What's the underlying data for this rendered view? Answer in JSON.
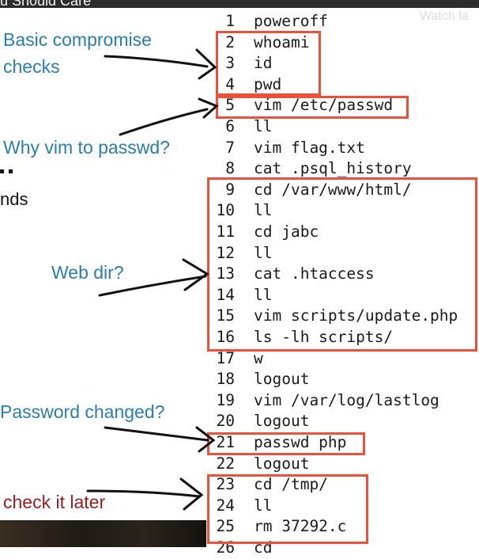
{
  "banner": {
    "title": "u Should Care"
  },
  "watch_label": "Watch la",
  "terminal": {
    "lines": [
      {
        "n": "1",
        "cmd": "poweroff"
      },
      {
        "n": "2",
        "cmd": "whoami"
      },
      {
        "n": "3",
        "cmd": "id"
      },
      {
        "n": "4",
        "cmd": "pwd"
      },
      {
        "n": "5",
        "cmd": "vim /etc/passwd"
      },
      {
        "n": "6",
        "cmd": "ll"
      },
      {
        "n": "7",
        "cmd": "vim flag.txt"
      },
      {
        "n": "8",
        "cmd": "cat .psql_history"
      },
      {
        "n": "9",
        "cmd": "cd /var/www/html/"
      },
      {
        "n": "10",
        "cmd": "ll"
      },
      {
        "n": "11",
        "cmd": "cd jabc"
      },
      {
        "n": "12",
        "cmd": "ll"
      },
      {
        "n": "13",
        "cmd": "cat .htaccess"
      },
      {
        "n": "14",
        "cmd": "ll"
      },
      {
        "n": "15",
        "cmd": "vim scripts/update.php"
      },
      {
        "n": "16",
        "cmd": "ls -lh scripts/"
      },
      {
        "n": "17",
        "cmd": "w"
      },
      {
        "n": "18",
        "cmd": "logout"
      },
      {
        "n": "19",
        "cmd": "vim /var/log/lastlog"
      },
      {
        "n": "20",
        "cmd": "logout"
      },
      {
        "n": "21",
        "cmd": "passwd php"
      },
      {
        "n": "22",
        "cmd": "logout"
      },
      {
        "n": "23",
        "cmd": "cd /tmp/"
      },
      {
        "n": "24",
        "cmd": "ll"
      },
      {
        "n": "25",
        "cmd": "rm 37292.c"
      },
      {
        "n": "26",
        "cmd": "cd"
      }
    ]
  },
  "annotations": {
    "basic_1": "Basic compromise",
    "basic_2": "checks",
    "why_vim": "Why vim to passwd?",
    "nds": "nds",
    "web_dir": "Web dir?",
    "password_changed": "Password changed?",
    "check_later": "check it later"
  },
  "colors": {
    "box": "#e9513b",
    "note": "#2a7db0",
    "note_dark": "#9b1c1c"
  }
}
